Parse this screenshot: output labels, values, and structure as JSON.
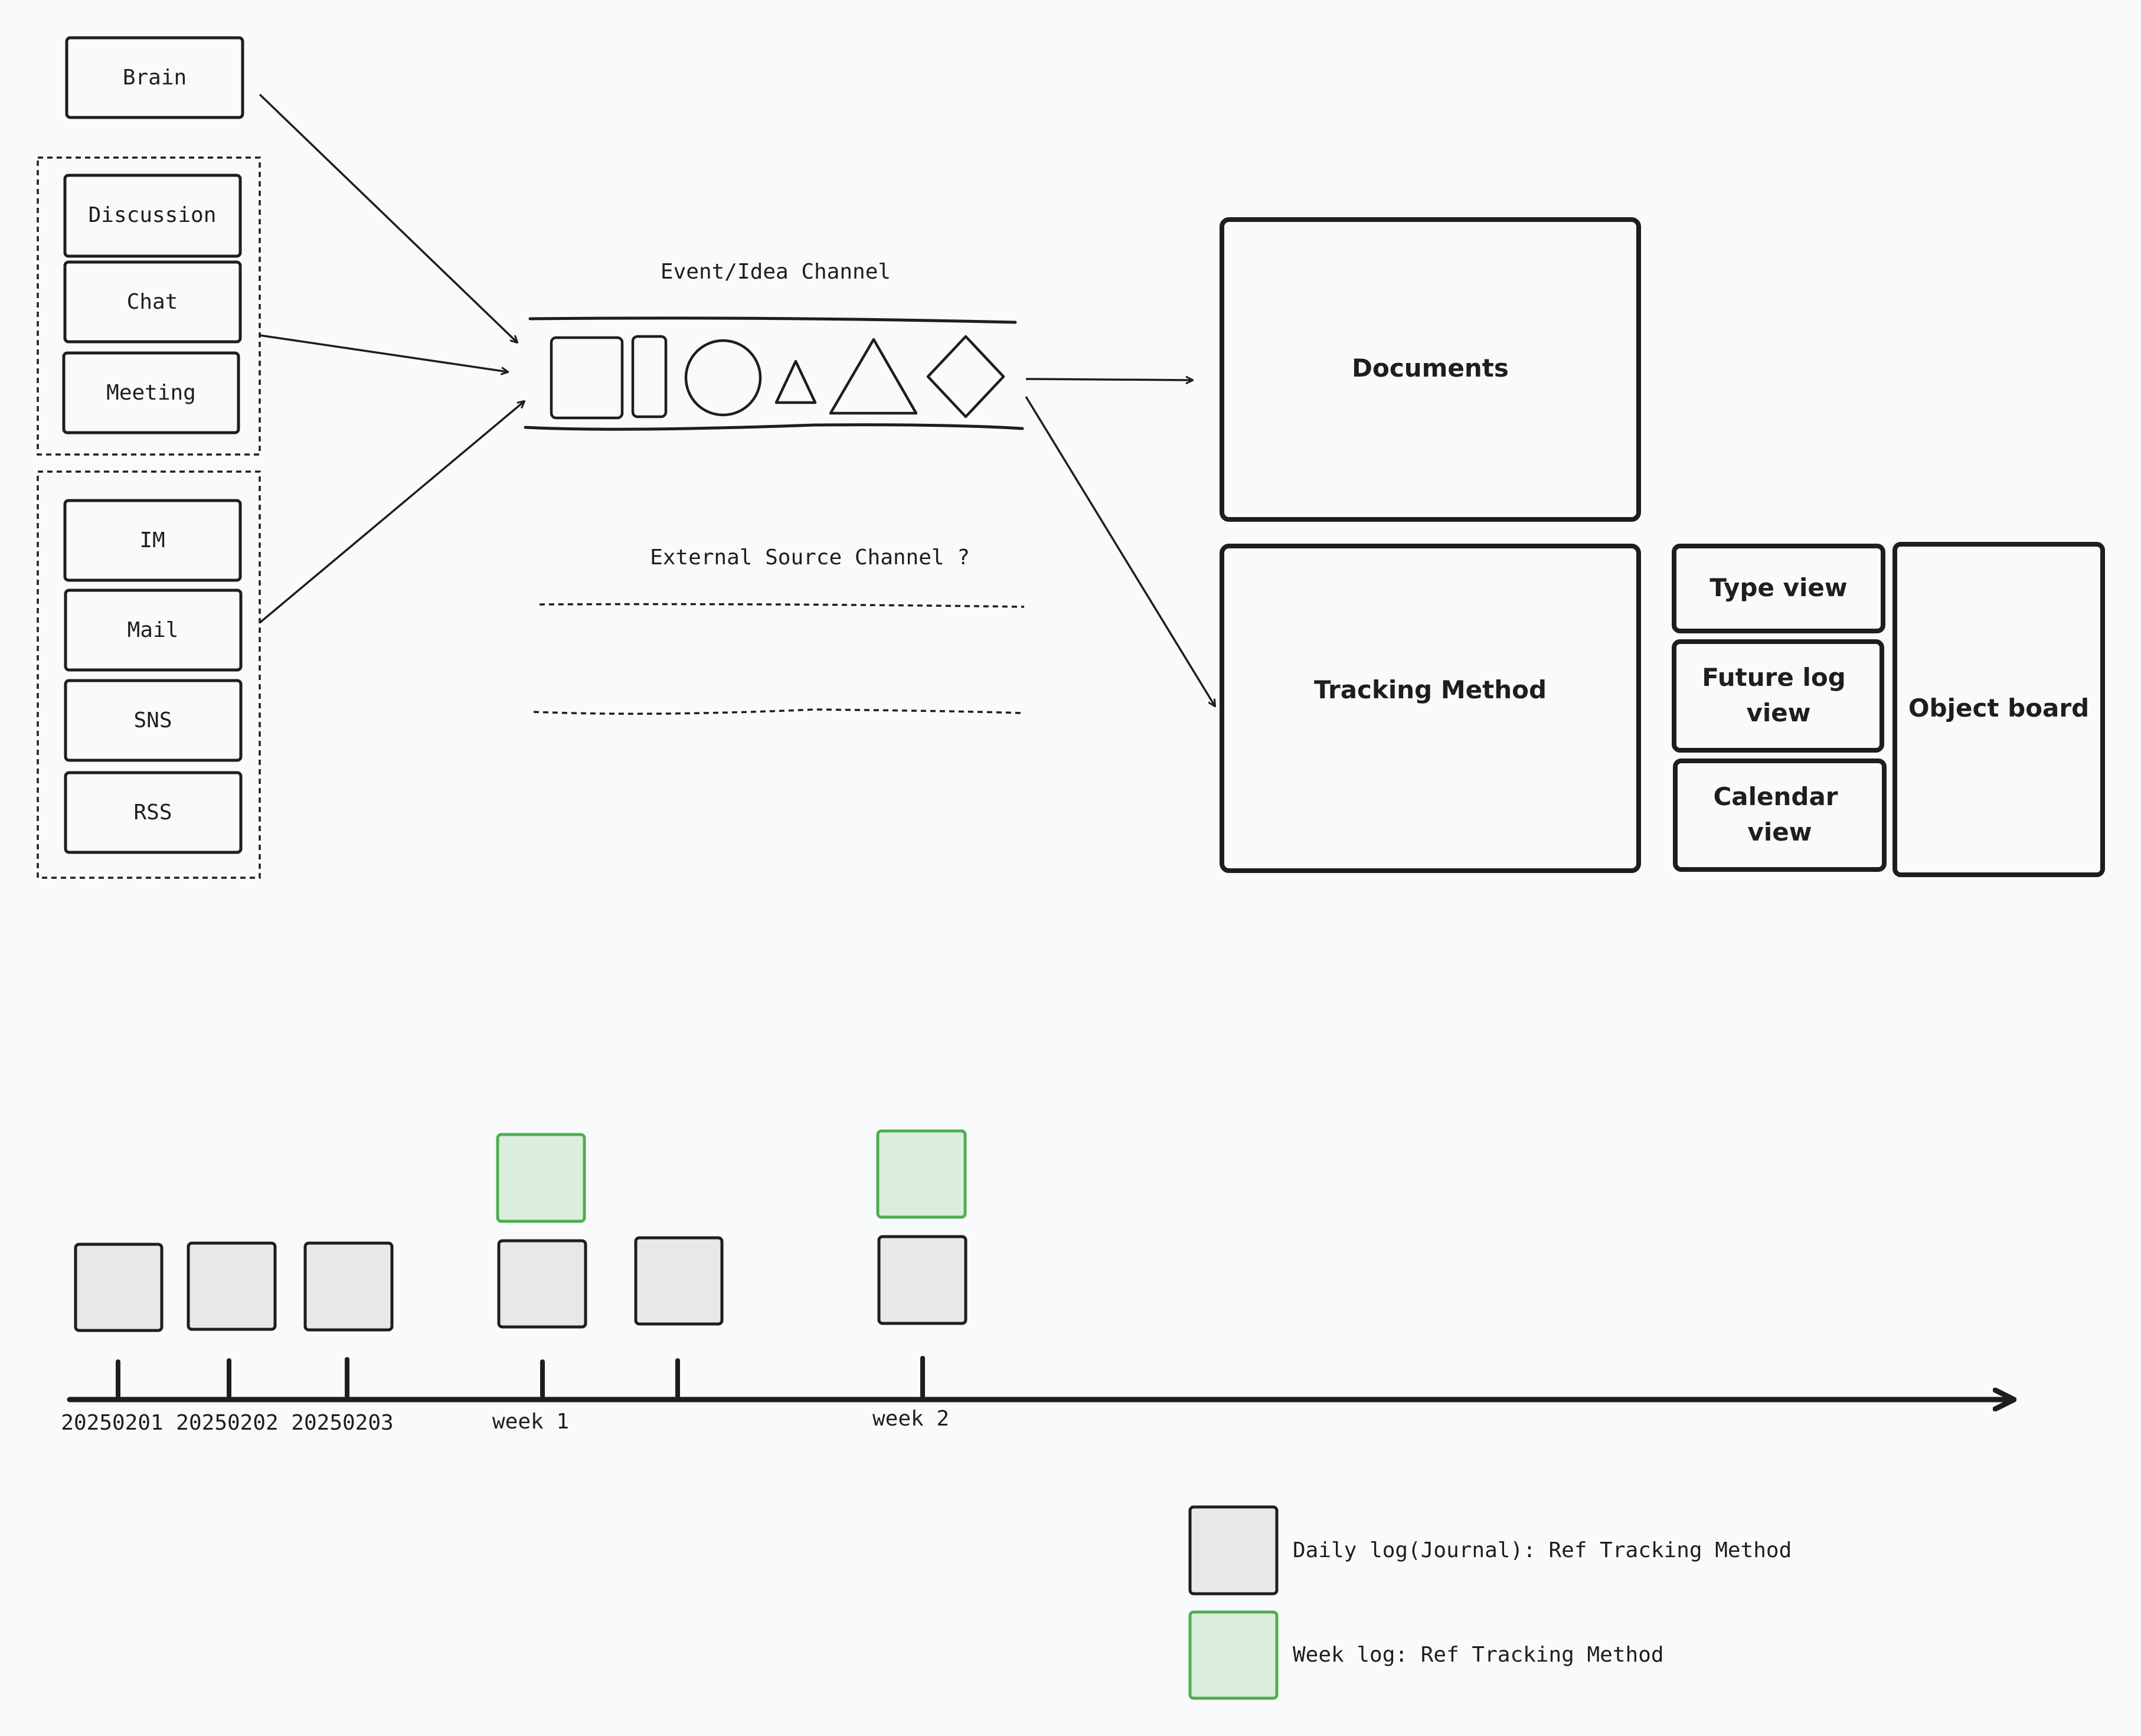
{
  "sources": {
    "single": "Brain",
    "group_conversation": [
      "Discussion",
      "Chat",
      "Meeting"
    ],
    "group_external": [
      "IM",
      "Mail",
      "SNS",
      "RSS"
    ]
  },
  "channels": {
    "event_idea_label": "Event/Idea Channel",
    "external_label": "External Source Channel ?"
  },
  "outputs": {
    "documents": "Documents",
    "tracking_method": "Tracking Method"
  },
  "views": {
    "type_view": "Type view",
    "future_log_view": [
      "Future log",
      "view"
    ],
    "calendar_view": [
      "Calendar",
      "view"
    ],
    "object_board": "Object board"
  },
  "timeline": {
    "labels": [
      "20250201",
      "20250202",
      "20250203",
      "week 1",
      "week 2"
    ]
  },
  "legend": {
    "daily": "Daily log(Journal): Ref Tracking Method",
    "week": "Week log: Ref Tracking Method"
  },
  "colors": {
    "stroke": "#1e1e1e",
    "daily_fill": "#e8e8e8",
    "week_fill": "#dbeedd",
    "week_stroke": "#4caf50",
    "background": "#f9fafc"
  }
}
